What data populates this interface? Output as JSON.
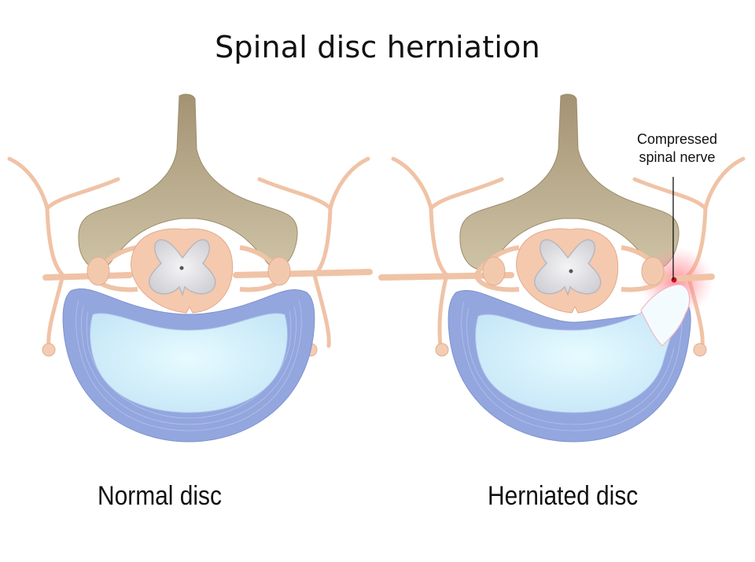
{
  "title": "Spinal disc herniation",
  "panels": [
    {
      "id": "normal",
      "caption": "Normal disc"
    },
    {
      "id": "herniated",
      "caption": "Herniated disc"
    }
  ],
  "annotations": [
    {
      "label": "Compressed spinal nerve",
      "line1": "Compressed",
      "line2": "spinal nerve",
      "target": "herniated-panel-nerve-right"
    }
  ],
  "colors": {
    "bone": "#b9ab8a",
    "nerve": "#f3c7ab",
    "grey_matter": "#e8e8ec",
    "annulus": "#8fa3dc",
    "nucleus": "#d8f4fb",
    "inflammation": "#e8505a",
    "background": "#ffffff",
    "text": "#111111"
  }
}
